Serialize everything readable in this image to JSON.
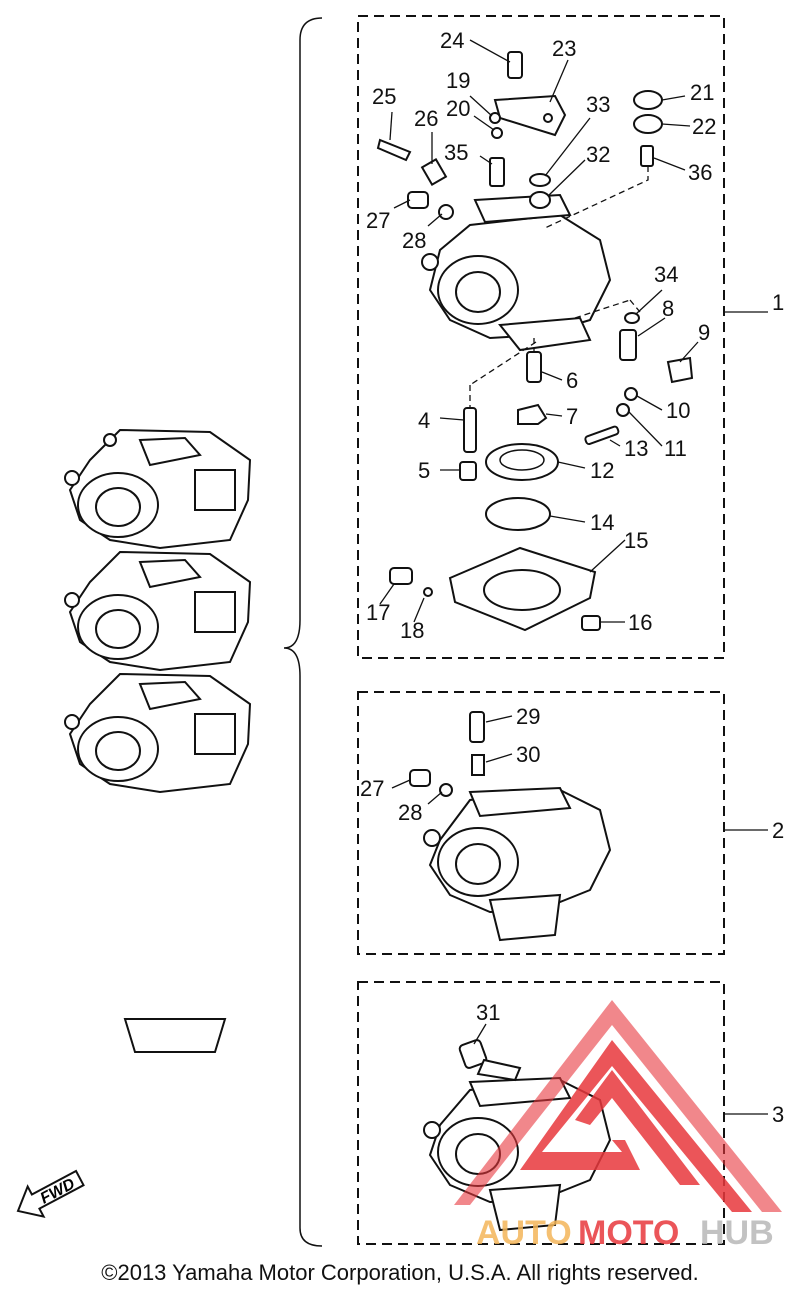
{
  "callouts": {
    "c1": "1",
    "c2": "2",
    "c3": "3",
    "c4": "4",
    "c5": "5",
    "c6": "6",
    "c7": "7",
    "c8": "8",
    "c9": "9",
    "c10": "10",
    "c11": "11",
    "c12": "12",
    "c13": "13",
    "c14": "14",
    "c15": "15",
    "c16": "16",
    "c17": "17",
    "c18": "18",
    "c19": "19",
    "c20": "20",
    "c21": "21",
    "c22": "22",
    "c23": "23",
    "c24": "24",
    "c25": "25",
    "c26": "26",
    "c27": "27",
    "c28": "28",
    "c29": "29",
    "c30": "30",
    "c31": "31",
    "c32": "32",
    "c33": "33",
    "c34": "34",
    "c35": "35",
    "c36": "36",
    "c27b": "27",
    "c28b": "28"
  },
  "fwd_label": "FWD",
  "watermark": {
    "auto": "AUTO",
    "moto": "MOTO",
    "hub": "HUB",
    "color_red": "#e8383d",
    "color_orange": "#f4b65a",
    "color_gray": "#b8b8b8"
  },
  "copyright": "©2013 Yamaha Motor Corporation, U.S.A. All rights reserved."
}
